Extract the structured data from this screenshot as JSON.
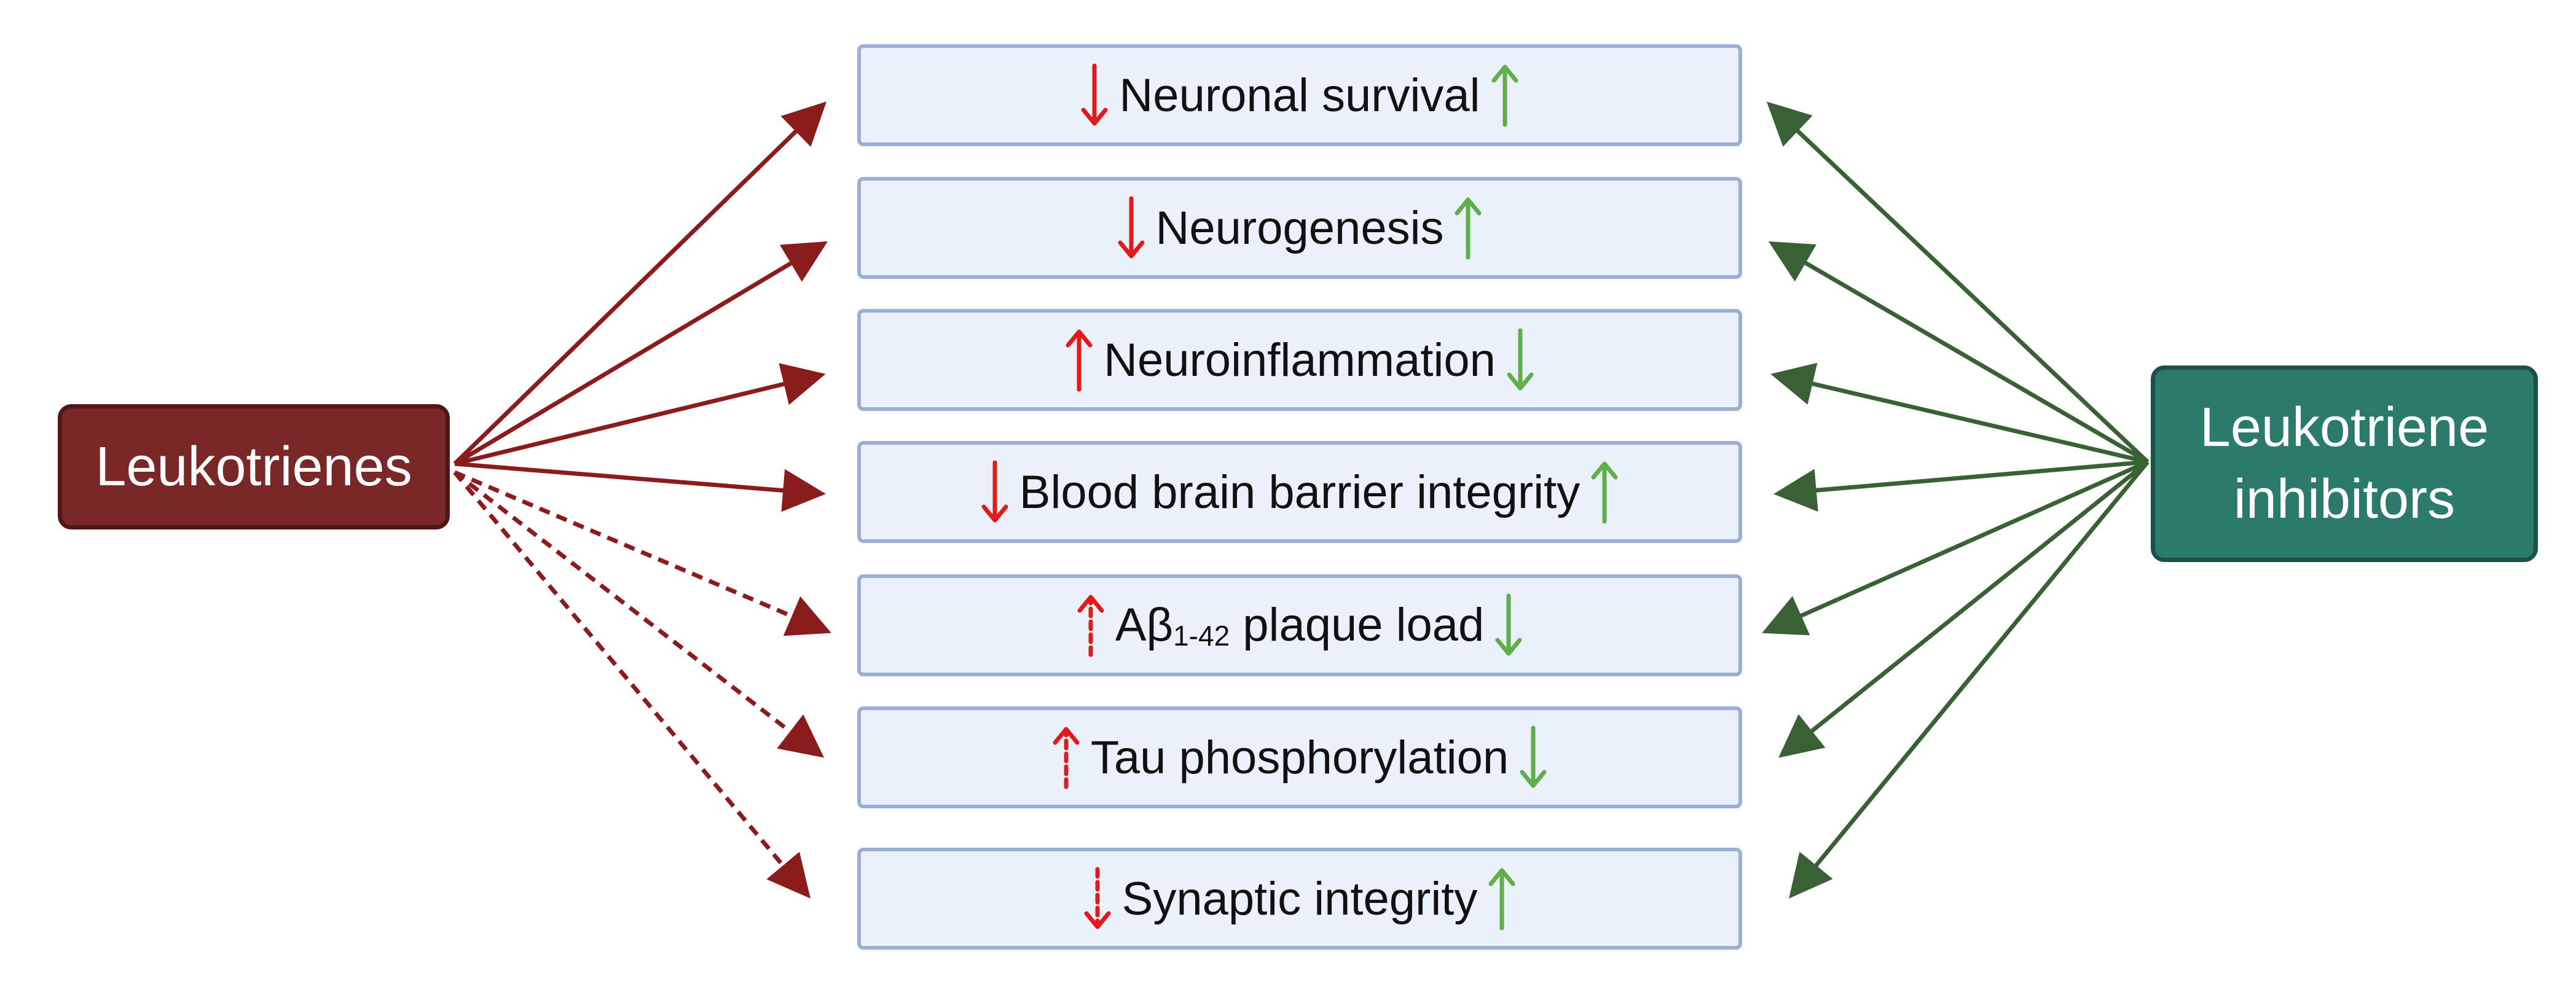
{
  "sources": {
    "leukotrienes": "Leukotrienes",
    "inhibitors": [
      "Leukotriene",
      "inhibitors"
    ]
  },
  "effects": [
    {
      "text": "Neuronal survival",
      "sub": "",
      "rest": "",
      "left": {
        "dir": "down",
        "dashed": false
      },
      "right": {
        "dir": "up"
      }
    },
    {
      "text": "Neurogenesis",
      "sub": "",
      "rest": "",
      "left": {
        "dir": "down",
        "dashed": false
      },
      "right": {
        "dir": "up"
      }
    },
    {
      "text": "Neuroinflammation",
      "sub": "",
      "rest": "",
      "left": {
        "dir": "up",
        "dashed": false
      },
      "right": {
        "dir": "down"
      }
    },
    {
      "text": "Blood brain barrier integrity",
      "sub": "",
      "rest": "",
      "left": {
        "dir": "down",
        "dashed": false
      },
      "right": {
        "dir": "up"
      }
    },
    {
      "text": "Aβ",
      "sub": "1-42",
      "rest": " plaque load",
      "left": {
        "dir": "up",
        "dashed": true
      },
      "right": {
        "dir": "down"
      }
    },
    {
      "text": "Tau phosphorylation",
      "sub": "",
      "rest": "",
      "left": {
        "dir": "up",
        "dashed": true
      },
      "right": {
        "dir": "down"
      }
    },
    {
      "text": "Synaptic integrity",
      "sub": "",
      "rest": "",
      "left": {
        "dir": "down",
        "dashed": true
      },
      "right": {
        "dir": "up"
      }
    }
  ],
  "links_from_leukotrienes": [
    "solid",
    "solid",
    "solid",
    "solid",
    "dashed",
    "dashed",
    "dashed"
  ],
  "links_from_inhibitors": [
    "solid",
    "solid",
    "solid",
    "solid",
    "solid",
    "solid",
    "solid"
  ],
  "colors": {
    "leukotrienes_fill": "#7a2727",
    "leukotrienes_arrow": "#8b1c1c",
    "inhibitors_fill": "#2c7a6b",
    "inhibitors_arrow": "#3a6135",
    "increase_decrease_red": "#e11b1b",
    "increase_decrease_green": "#5fae49",
    "effect_box_fill": "#eaf1fb",
    "effect_box_border": "#9aaed7"
  }
}
